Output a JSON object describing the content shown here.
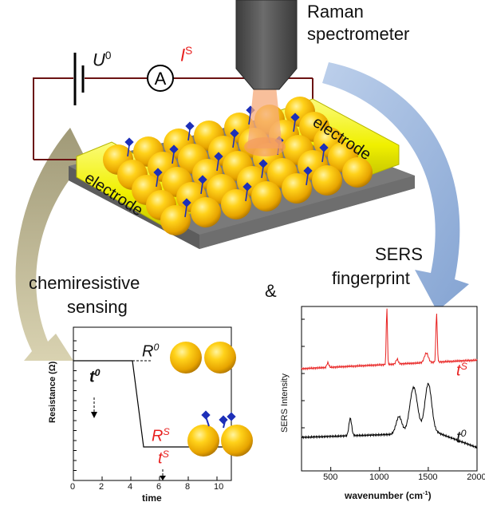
{
  "labels": {
    "raman": "Raman",
    "spectrometer": "spectrometer",
    "electrode_left": "electrode",
    "electrode_right": "electrode",
    "chemiresistive": "chemiresistive",
    "sensing": "sensing",
    "ampersand": "&",
    "sers": "SERS",
    "fingerprint": "fingerprint",
    "voltage": "U",
    "voltage_sup": "0",
    "ammeter": "A",
    "current": "I",
    "current_sup": "S"
  },
  "resistance_plot": {
    "ylabel": "Resistance (Ω)",
    "xlabel": "time",
    "x_ticks": [
      "0",
      "2",
      "4",
      "6",
      "8",
      "10"
    ],
    "r0_label": "R",
    "r0_sup": "0",
    "rs_label": "R",
    "rs_sup": "S",
    "t0_label": "t",
    "t0_sup": "0",
    "ts_label": "t",
    "ts_sup": "S",
    "line_color": "#000000",
    "label_red": "#e8201f"
  },
  "chart_data": [
    {
      "type": "line",
      "title": "",
      "xlabel": "time",
      "ylabel": "Resistance (Ω)",
      "xlim": [
        0,
        11
      ],
      "x_ticks": [
        0,
        2,
        4,
        6,
        8,
        10
      ],
      "series": [
        {
          "x": [
            0,
            4,
            5,
            11
          ],
          "y": [
            0.78,
            0.78,
            0.3,
            0.3
          ]
        }
      ]
    },
    {
      "type": "line",
      "title": "",
      "xlabel": "wavenumber (cm⁻¹)",
      "ylabel": "SERS Intensity",
      "xlim": [
        200,
        2000
      ],
      "x_ticks": [
        500,
        1000,
        1500,
        2000
      ],
      "series": [
        {
          "name": "tS",
          "color": "#e8201f"
        },
        {
          "name": "t0",
          "color": "#000000"
        }
      ]
    }
  ],
  "sers_plot": {
    "ylabel": "SERS Intensity",
    "xlabel": "wavenumber (cm",
    "xlabel_sup": "-1",
    "xlabel_end": ")",
    "x_ticks": [
      "500",
      "1000",
      "1500",
      "2000"
    ],
    "ts_label": "t",
    "ts_sup": "S",
    "t0_label": "t",
    "t0_sup": "0",
    "red": "#e8201f",
    "black": "#000000"
  },
  "colors": {
    "electrode": "#f2f200",
    "substrate": "#8c8c8c",
    "nanoparticle": "#f2b500",
    "molecule": "#1d2fb8",
    "wire": "#6b1313",
    "laser": "#f6a97a",
    "arrow_left": "#bdb58c",
    "arrow_right": "#9fb8dc"
  },
  "icons": [
    "battery-icon",
    "ammeter-icon",
    "spectrometer-probe-icon",
    "laser-beam-icon",
    "nanoparticle-icon",
    "molecule-icon"
  ]
}
